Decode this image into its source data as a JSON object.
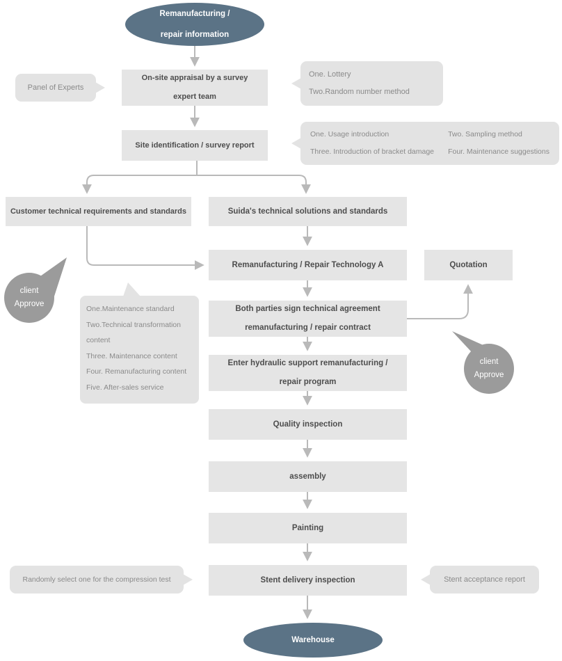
{
  "colors": {
    "terminal_fill": "#5b7386",
    "box_fill": "#e5e5e5",
    "box_text": "#4d4d4d",
    "callout_fill": "#e3e3e3",
    "callout_text": "#8a8a8a",
    "approve_fill": "#9b9b9b",
    "arrow": "#b9b9b9"
  },
  "nodes": {
    "start": "Remanufacturing /\nrepair information",
    "appraisal": "On-site appraisal by a survey\nexpert team",
    "site_report": "Site identification / survey report",
    "customer_req": "Customer technical requirements and standards",
    "suida_solutions": "Suida's technical solutions and standards",
    "repair_tech": "Remanufacturing / Repair Technology A",
    "quotation": "Quotation",
    "sign_contract": "Both parties sign technical agreement\nremanufacturing / repair contract",
    "enter_program": "Enter hydraulic support remanufacturing /\nrepair program",
    "quality_inspection": "Quality inspection",
    "assembly": "assembly",
    "painting": "Painting",
    "stent_delivery": "Stent delivery inspection",
    "warehouse": "Warehouse"
  },
  "callouts": {
    "panel_of_experts": "Panel of Experts",
    "lottery": "One. Lottery\nTwo.Random number method",
    "survey_col1": "One. Usage introduction\nThree. Introduction of bracket damage",
    "survey_col2": "Two. Sampling method\nFour. Maintenance suggestions",
    "contract_items": "One.Maintenance standard\nTwo.Technical transformation\ncontent\nThree. Maintenance content\nFour. Remanufacturing content\nFive. After-sales service",
    "compression_test": "Randomly select one for the compression test",
    "acceptance_report": "Stent acceptance report",
    "client_approve_left": "client\nApprove",
    "client_approve_right": "client\nApprove"
  }
}
